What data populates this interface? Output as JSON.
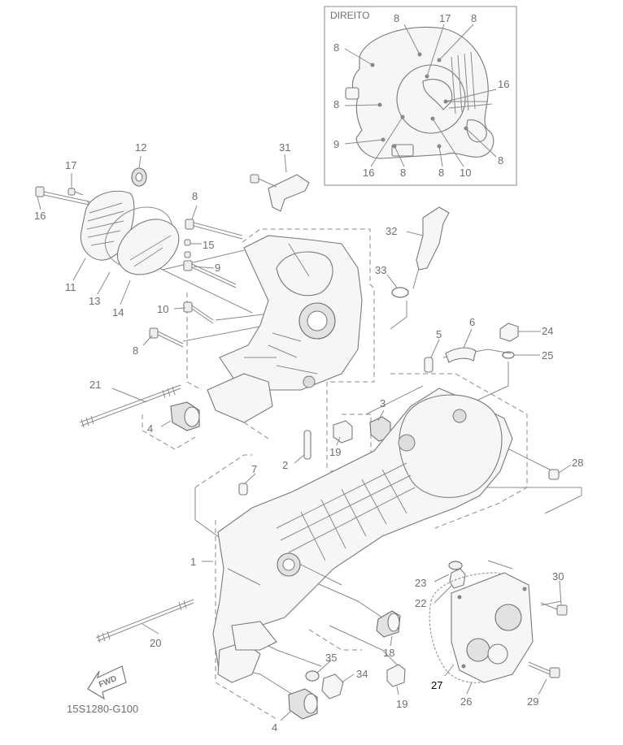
{
  "inset": {
    "title": "DIREITO",
    "labels": [
      "8",
      "17",
      "8",
      "8",
      "16",
      "8",
      "9",
      "16",
      "8",
      "8",
      "10",
      "8"
    ]
  },
  "callouts": {
    "c1": "1",
    "c2": "2",
    "c3": "3",
    "c4a": "4",
    "c4b": "4",
    "c5": "5",
    "c6": "6",
    "c7": "7",
    "c8a": "8",
    "c8b": "8",
    "c9": "9",
    "c10": "10",
    "c11": "11",
    "c12": "12",
    "c13": "13",
    "c14": "14",
    "c15": "15",
    "c16": "16",
    "c17": "17",
    "c19a": "19",
    "c19b": "19",
    "c18": "18",
    "c20": "20",
    "c21": "21",
    "c22": "22",
    "c23": "23",
    "c24": "24",
    "c25": "25",
    "c26": "26",
    "c27": "27",
    "c28": "28",
    "c29": "29",
    "c30": "30",
    "c31": "31",
    "c32": "32",
    "c33": "33",
    "c34": "34",
    "c35": "35"
  },
  "fwd_label": "FWD",
  "figure_code": "15S1280-G100"
}
